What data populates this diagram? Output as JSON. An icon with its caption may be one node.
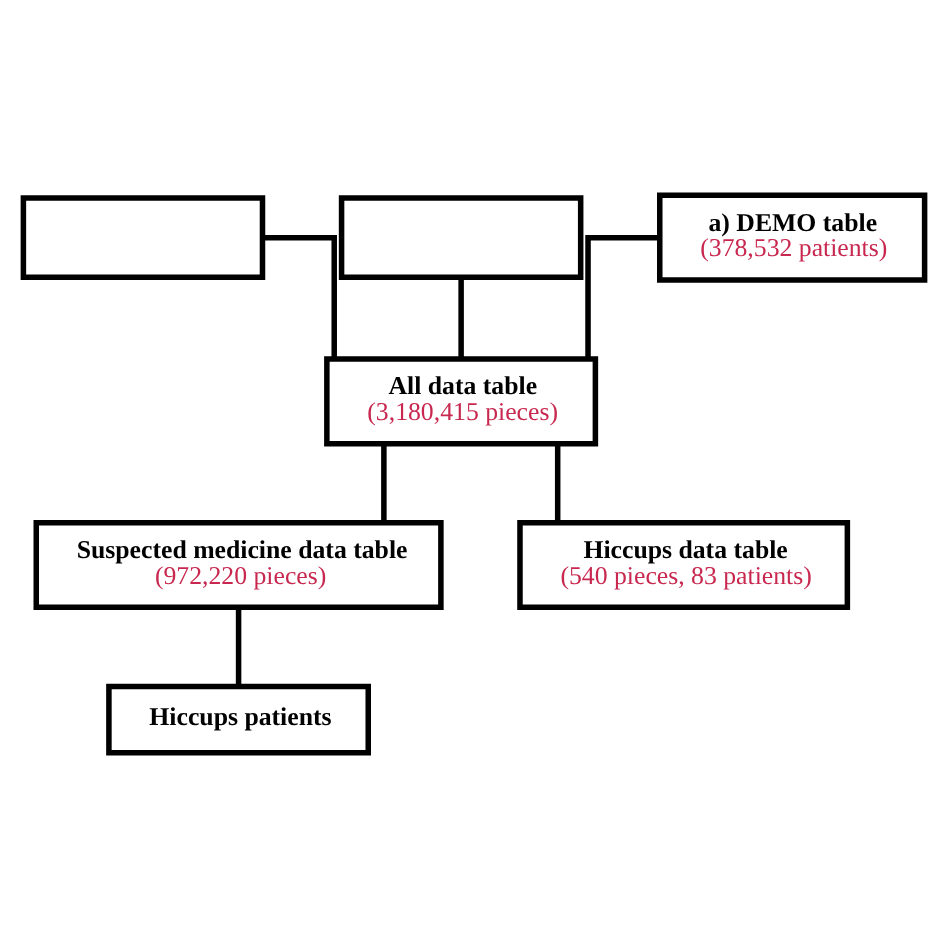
{
  "diagram": {
    "nodes": [
      {
        "text": [],
        "shape": "box"
      },
      {
        "text": [],
        "shape": "box"
      },
      {
        "text": [
          "a) DEMO table",
          "(378,532 patients)"
        ]
      },
      {
        "text": [
          "All data table",
          "(3,180,415 pieces)"
        ]
      },
      {
        "text": [
          "Suspected medicine data table",
          "(972,220 pieces)"
        ]
      },
      {
        "text": [
          "Hiccups data table",
          "(540 pieces, 83 patients)"
        ]
      },
      {
        "text": [
          "Hiccups patients"
        ]
      }
    ],
    "edges": [
      {
        "from": 0,
        "to": 3,
        "arrow": "none"
      },
      {
        "from": 1,
        "to": 3,
        "arrow": "none"
      },
      {
        "from": 2,
        "to": 3,
        "arrow": "none"
      },
      {
        "from": 3,
        "to": 4,
        "arrow": "none"
      },
      {
        "from": 3,
        "to": 5,
        "arrow": "none"
      },
      {
        "from": 4,
        "to": 6,
        "arrow": "none"
      }
    ]
  }
}
